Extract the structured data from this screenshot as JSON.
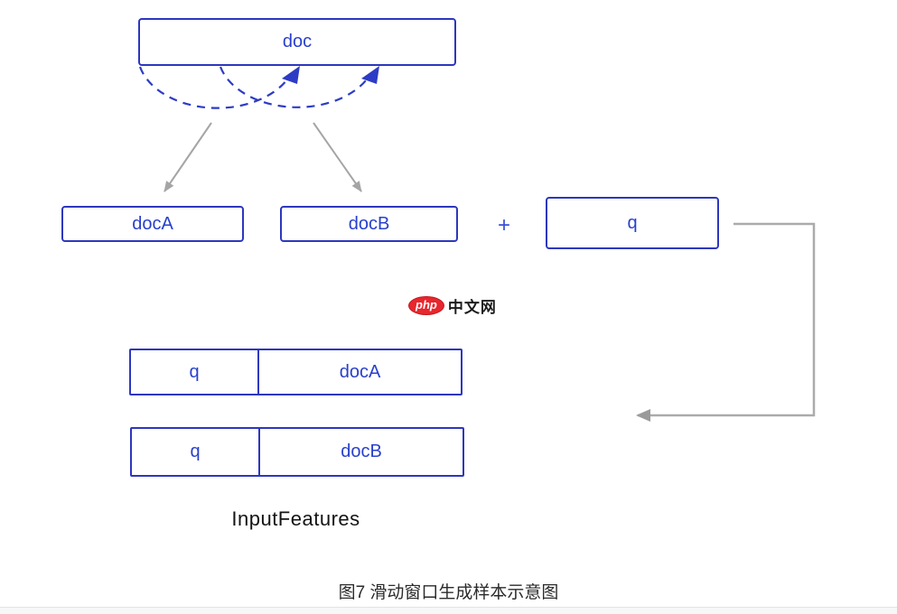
{
  "figure": {
    "boxes": {
      "doc": "doc",
      "docA": "docA",
      "docB": "docB",
      "q": "q"
    },
    "operator": {
      "plus": "+"
    },
    "samples": [
      {
        "q": "q",
        "doc": "docA"
      },
      {
        "q": "q",
        "doc": "docB"
      }
    ],
    "labels": {
      "input_features": "InputFeatures"
    },
    "caption": "图7 滑动窗口生成样本示意图"
  },
  "watermark": {
    "logo": "php",
    "name": "中文网"
  },
  "colors": {
    "box_border_blue": "#2d37be",
    "box_text_blue": "#2940cc",
    "arc_blue": "#2d3cc4",
    "arrow_gray": "#a5a5a5",
    "watermark_red": "#e8262d",
    "caption_text": "#2b2b2b",
    "bottom_bar": "#f7f7f7"
  }
}
